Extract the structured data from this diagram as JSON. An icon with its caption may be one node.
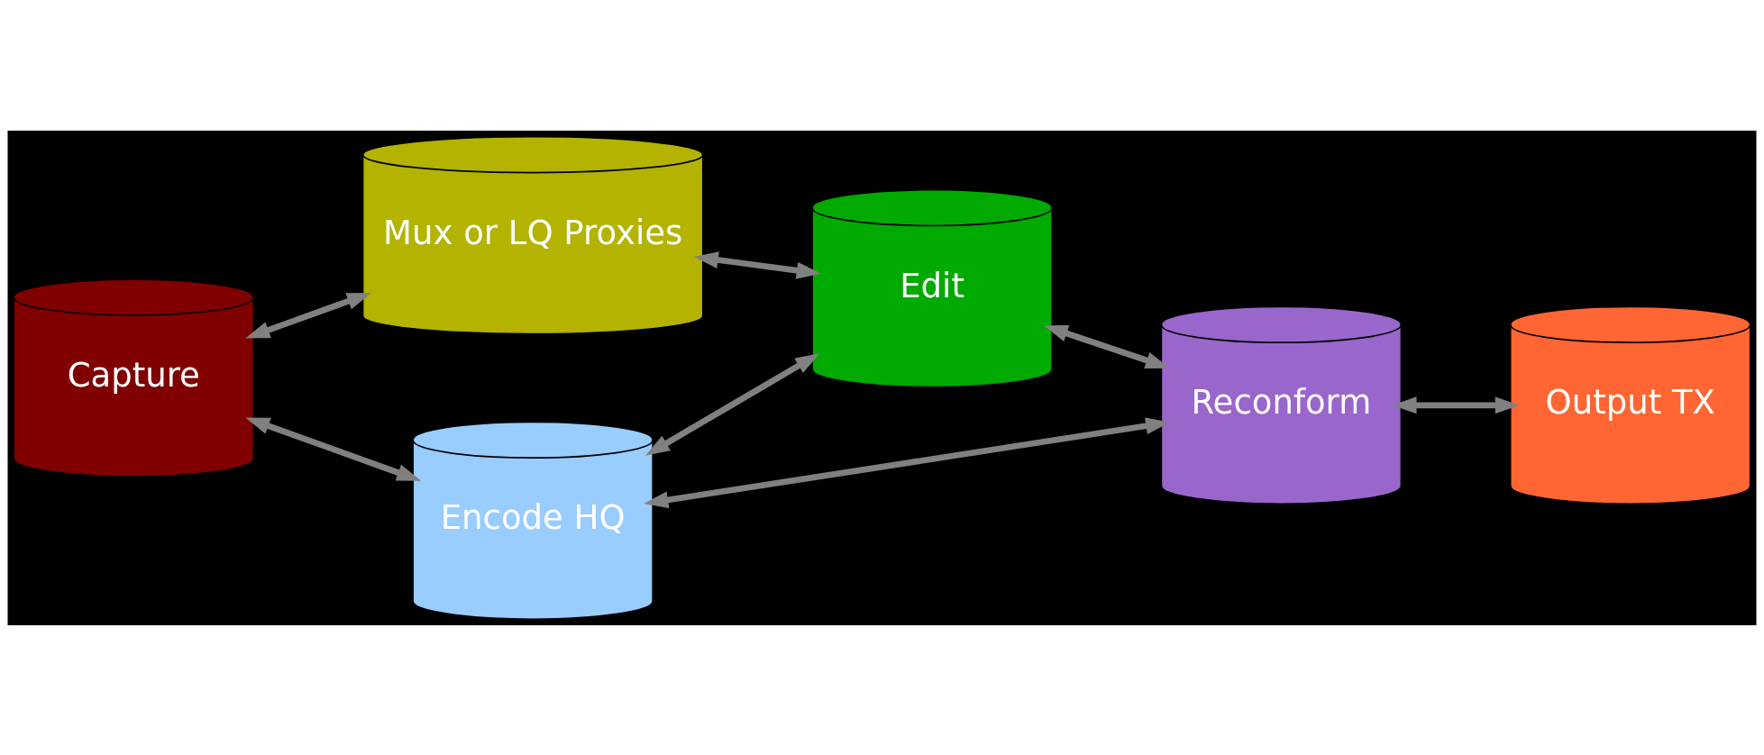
{
  "diagram": {
    "nodes": [
      {
        "text": [
          "Capture"
        ]
      },
      {
        "text": [
          "Encode HQ"
        ]
      },
      {
        "text": [
          "Mux or LQ Proxies"
        ]
      },
      {
        "text": [
          "Edit"
        ]
      },
      {
        "text": [
          "Reconform"
        ]
      },
      {
        "text": [
          "Output TX"
        ]
      }
    ],
    "edges": [
      {
        "from": 0,
        "to": 1,
        "arrow": "both"
      },
      {
        "from": 0,
        "to": 2,
        "arrow": "both"
      },
      {
        "from": 1,
        "to": 3,
        "arrow": "both"
      },
      {
        "from": 1,
        "to": 4,
        "arrow": "both"
      },
      {
        "from": 2,
        "to": 3,
        "arrow": "both"
      },
      {
        "from": 3,
        "to": 4,
        "arrow": "both"
      },
      {
        "from": 4,
        "to": 5,
        "arrow": "both"
      }
    ]
  }
}
